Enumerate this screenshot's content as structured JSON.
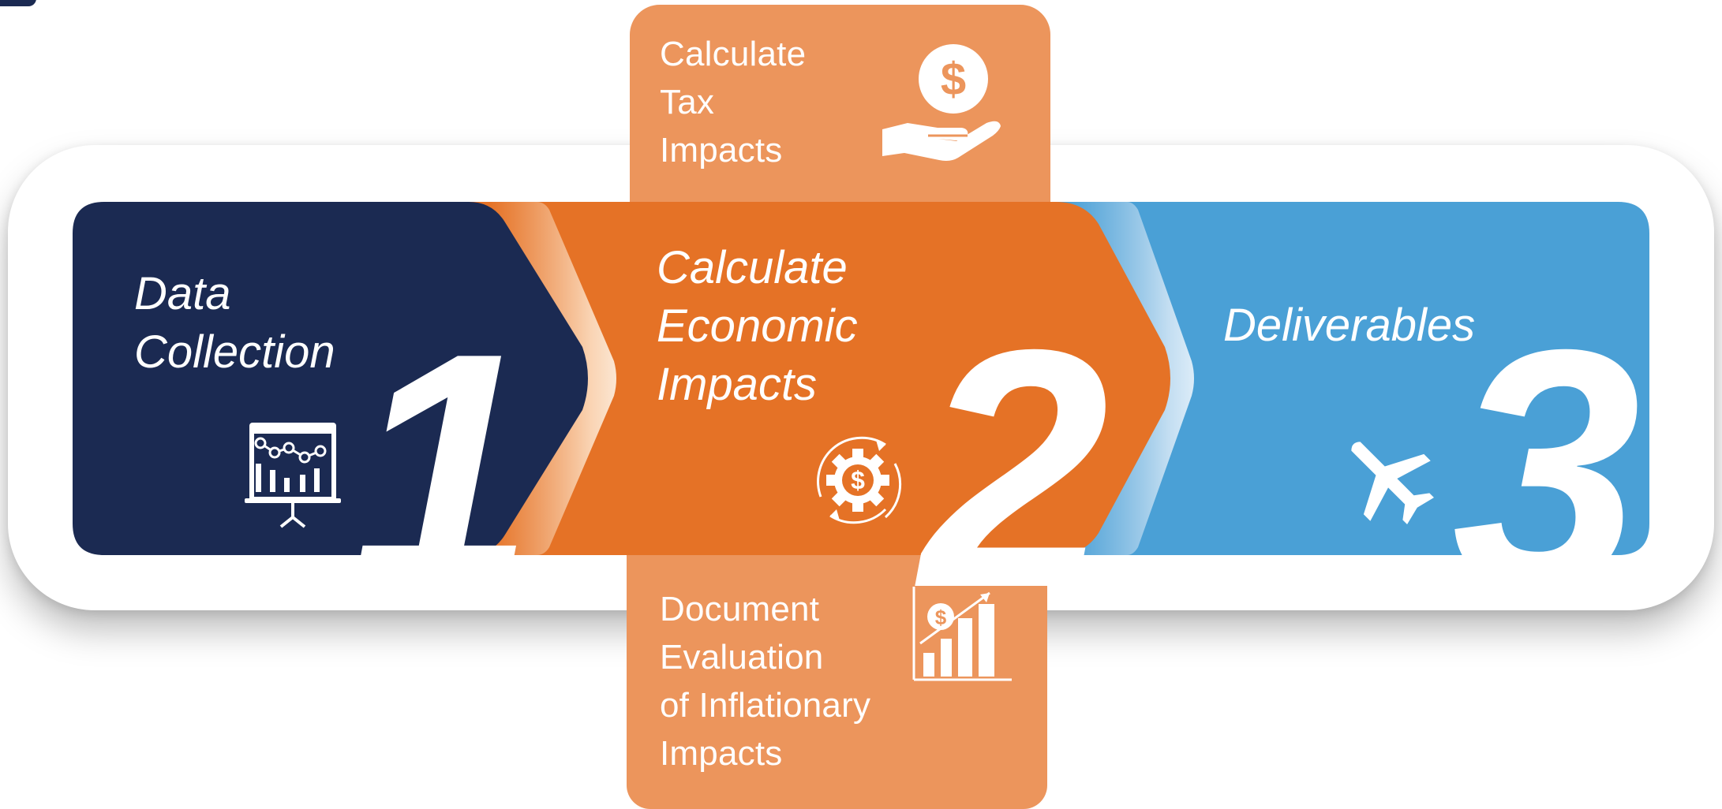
{
  "colors": {
    "navy": "#1b2a52",
    "orange": "#e57226",
    "light_orange": "#ec955c",
    "blue": "#4aa0d6",
    "white": "#ffffff"
  },
  "steps": [
    {
      "label": "Data\nCollection",
      "number": "1",
      "icon": "presentation-chart-icon"
    },
    {
      "label": "Calculate\nEconomic\nImpacts",
      "number": "2",
      "icon": "gear-dollar-cycle-icon"
    },
    {
      "label": "Deliverables",
      "number": "3",
      "icon": "airplane-icon"
    }
  ],
  "cards": {
    "top": {
      "label": "Calculate\nTax\nImpacts",
      "icon": "hand-dollar-coin-icon"
    },
    "bottom": {
      "label": "Document\nEvaluation\nof Inflationary\nImpacts",
      "icon": "dollar-growth-chart-icon"
    }
  }
}
